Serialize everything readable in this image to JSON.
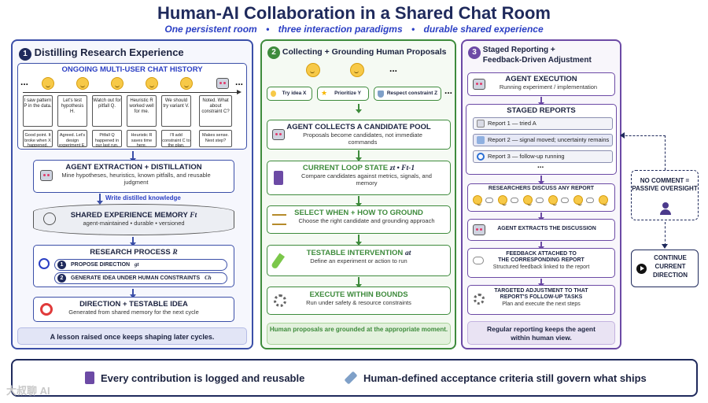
{
  "title": "Human-AI Collaboration in a Shared Chat Room",
  "subtitle": {
    "part1": "One persistent room",
    "part2": "three interaction paradigms",
    "part3": "durable shared experience",
    "separator": "•"
  },
  "panel1": {
    "number": "1",
    "heading": "Distilling Research Experience",
    "chat_history_title": "ONGOING MULTI-USER CHAT HISTORY",
    "chat_row1": [
      "I saw pattern P in the data.",
      "Let's test hypothesis H.",
      "Watch out for pitfall Q.",
      "Heuristic R worked well for me.",
      "We should try variant V.",
      "Noted. What about constraint C?"
    ],
    "chat_row2": [
      "Good point. It broke when X happened.",
      "Agreed. Let's design experiment E.",
      "Pitfall Q happened in our last run.",
      "Heuristic R saves time here.",
      "I'll add constraint C to the plan.",
      "Makes sense. Next step?"
    ],
    "ellipsis": "...",
    "extraction_title": "AGENT EXTRACTION + DISTILLATION",
    "extraction_desc": "Mine hypotheses, heuristics, known pitfalls, and reusable judgment",
    "write_label": "Write distilled knowledge",
    "memory_title": "SHARED EXPERIENCE MEMORY",
    "memory_symbol": "Ft",
    "memory_desc": "agent-maintained • durable • versioned",
    "process_title": "RESEARCH PROCESS",
    "process_symbol": "R",
    "step1_num": "1",
    "step1_label": "PROPOSE DIRECTION",
    "step1_symbol": "gt",
    "step2_num": "2",
    "step2_label": "GENERATE IDEA UNDER HUMAN CONSTRAINTS",
    "step2_symbol": "Ch",
    "direction_title": "DIRECTION + TESTABLE IDEA",
    "direction_desc": "Generated from shared memory for the next cycle",
    "note": "A lesson raised once keeps shaping later cycles."
  },
  "panel2": {
    "number": "2",
    "heading": "Collecting + Grounding Human Proposals",
    "ellipsis": "...",
    "proposal1": "Try idea X",
    "proposal2": "Prioritize Y",
    "proposal3": "Respect constraint Z",
    "pool_title": "AGENT COLLECTS A CANDIDATE POOL",
    "pool_desc": "Proposals become candidates, not immediate commands",
    "state_title": "CURRENT LOOP STATE",
    "state_symbol": "zt • Ft-1",
    "state_desc": "Compare candidates against metrics, signals, and memory",
    "select_title": "SELECT WHEN + HOW TO GROUND",
    "select_desc": "Choose the right candidate and grounding approach",
    "intervention_title": "TESTABLE INTERVENTION",
    "intervention_symbol": "at",
    "intervention_desc": "Define an experiment or action to run",
    "execute_title": "EXECUTE WITHIN BOUNDS",
    "execute_desc": "Run under safety & resource constraints",
    "note": "Human proposals are grounded at the appropriate moment."
  },
  "panel3": {
    "number": "3",
    "heading_line1": "Staged Reporting +",
    "heading_line2": "Feedback-Driven Adjustment",
    "exec_title": "AGENT EXECUTION",
    "exec_desc": "Running experiment / implementation",
    "reports_title": "STAGED REPORTS",
    "report1": "Report 1 — tried A",
    "report2": "Report 2 — signal moved; uncertainty remains",
    "report3": "Report 3 — follow-up running",
    "ellipsis": "...",
    "discuss_title": "RESEARCHERS DISCUSS ANY REPORT",
    "extract_title": "AGENT EXTRACTS THE DISCUSSION",
    "feedback_title_1": "FEEDBACK ATTACHED TO",
    "feedback_title_2": "THE CORRESPONDING REPORT",
    "feedback_desc": "Structured feedback linked to the report",
    "adjust_title_1": "TARGETED ADJUSTMENT TO THAT",
    "adjust_title_2": "REPORT'S FOLLOW-UP TASKS",
    "adjust_desc": "Plan and execute the next steps",
    "note_line1": "Regular reporting keeps the agent",
    "note_line2": "within human view."
  },
  "side": {
    "oversight_line1": "NO COMMENT =",
    "oversight_line2": "PASSIVE OVERSIGHT",
    "continue_line1": "CONTINUE",
    "continue_line2": "CURRENT",
    "continue_line3": "DIRECTION"
  },
  "footer": {
    "left": "Every contribution is logged and reusable",
    "right": "Human-defined acceptance criteria still govern what ships"
  },
  "watermark": "大叔聊 AI",
  "colors": {
    "panel1": "#3b4fa8",
    "panel2": "#3e8b3c",
    "panel3": "#6c4aa5",
    "accent_text": "#2b3fc4"
  }
}
